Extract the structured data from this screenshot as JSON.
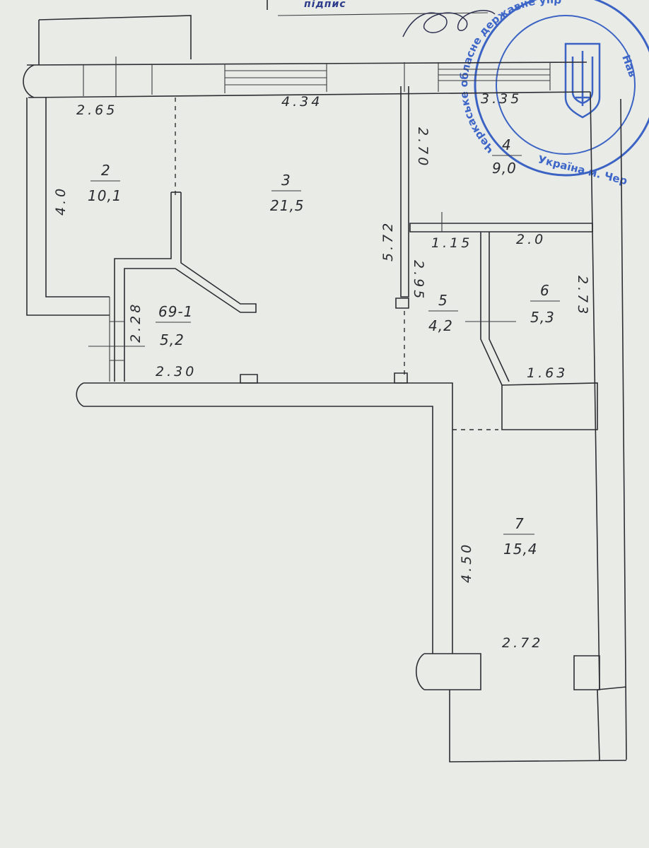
{
  "header": {
    "signature_label": "підпис"
  },
  "stamp": {
    "ring_text_outer": "Черкаське обласне державне управління житлово-комунального",
    "ring_text_inner": "Україна м. Чер",
    "side_text": "Нав",
    "emblem": "trident-emblem-icon",
    "ink_color": "#3b63c4"
  },
  "rooms": [
    {
      "number": "2",
      "area": "10,1"
    },
    {
      "number": "3",
      "area": "21,5"
    },
    {
      "number": "4",
      "area": "9,0"
    },
    {
      "number": "69-1",
      "area": "5,2"
    },
    {
      "number": "5",
      "area": "4,2"
    },
    {
      "number": "6",
      "area": "5,3"
    },
    {
      "number": "7",
      "area": "15,4"
    }
  ],
  "dimensions": {
    "d_2_65": "2.65",
    "d_4_34": "4.34",
    "d_3_35": "3.35",
    "d_4_0": "4.0",
    "d_2_70": "2.70",
    "d_5_72": "5.72",
    "d_1_15": "1.15",
    "d_2_0": "2.0",
    "d_2_95": "2.95",
    "d_2_73": "2.73",
    "d_2_28": "2.28",
    "d_2_30": "2.30",
    "d_1_63": "1.63",
    "d_4_50": "4.50",
    "d_2_72": "2.72"
  }
}
